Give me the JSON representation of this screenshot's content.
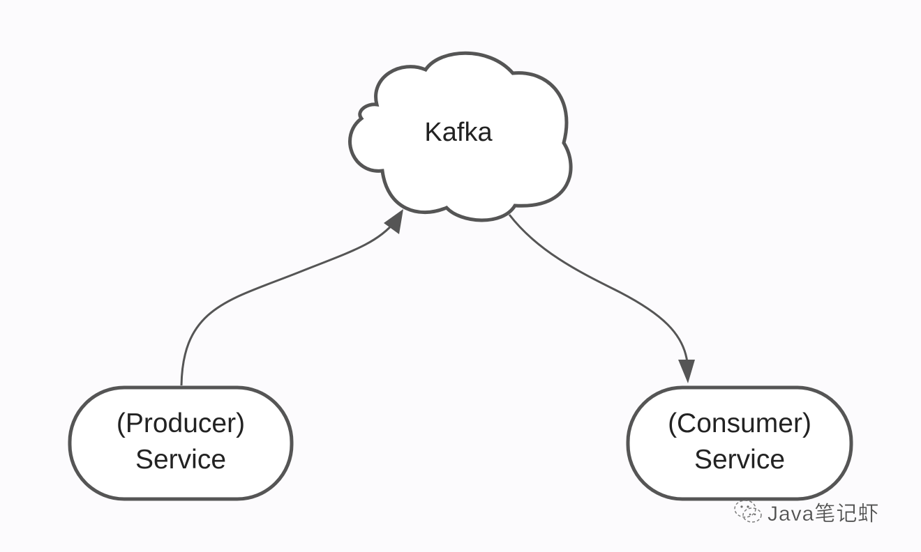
{
  "diagram": {
    "type": "architecture-flow",
    "nodes": [
      {
        "id": "kafka",
        "shape": "cloud",
        "label": "Kafka"
      },
      {
        "id": "producer",
        "shape": "rounded-rectangle",
        "label_line1": "(Producer)",
        "label_line2": "Service"
      },
      {
        "id": "consumer",
        "shape": "rounded-rectangle",
        "label_line1": "(Consumer)",
        "label_line2": "Service"
      }
    ],
    "edges": [
      {
        "from": "producer",
        "to": "kafka",
        "style": "curved-arrow"
      },
      {
        "from": "kafka",
        "to": "consumer",
        "style": "curved-arrow"
      }
    ],
    "colors": {
      "stroke": "#555555",
      "text": "#222222",
      "background": "#fcfbfd",
      "node_fill": "#ffffff"
    }
  },
  "watermark": {
    "icon": "wechat-icon",
    "text": "Java笔记虾"
  }
}
